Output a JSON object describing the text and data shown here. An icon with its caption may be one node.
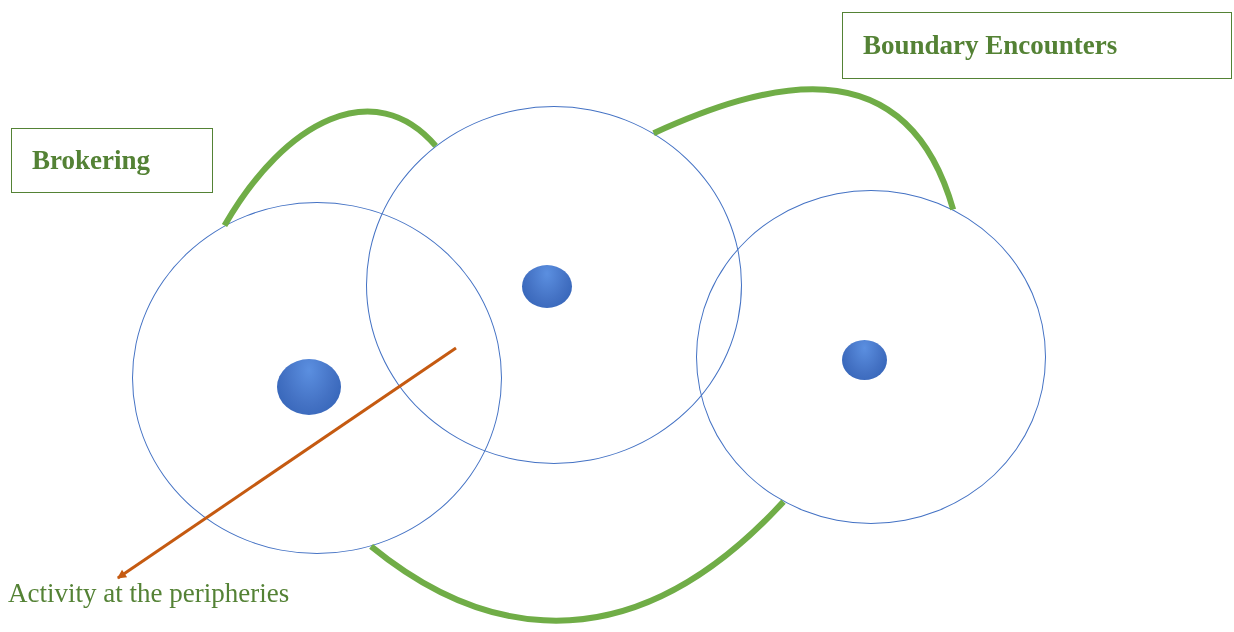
{
  "diagram": {
    "nodes": [
      {
        "text": [
          "Boundary Encounters"
        ]
      },
      {
        "text": [
          "Brokering"
        ]
      },
      {
        "text": [],
        "shape": "circle"
      },
      {
        "text": [],
        "shape": "circle"
      },
      {
        "text": [],
        "shape": "circle"
      },
      {
        "text": [],
        "shape": "circle",
        "in": 2
      },
      {
        "text": [],
        "shape": "circle",
        "in": 3
      },
      {
        "text": [],
        "shape": "circle",
        "in": 4
      },
      {
        "text": [
          "Activity at the peripheries"
        ]
      }
    ],
    "edges": [
      {
        "from": 2,
        "to": 3,
        "arrow": "none"
      },
      {
        "from": 3,
        "to": 4,
        "arrow": "none"
      },
      {
        "from": 2,
        "to": 4,
        "arrow": "none"
      },
      {
        "from": null,
        "to": 8,
        "arrow": "to",
        "color": "#c55a11"
      }
    ]
  }
}
